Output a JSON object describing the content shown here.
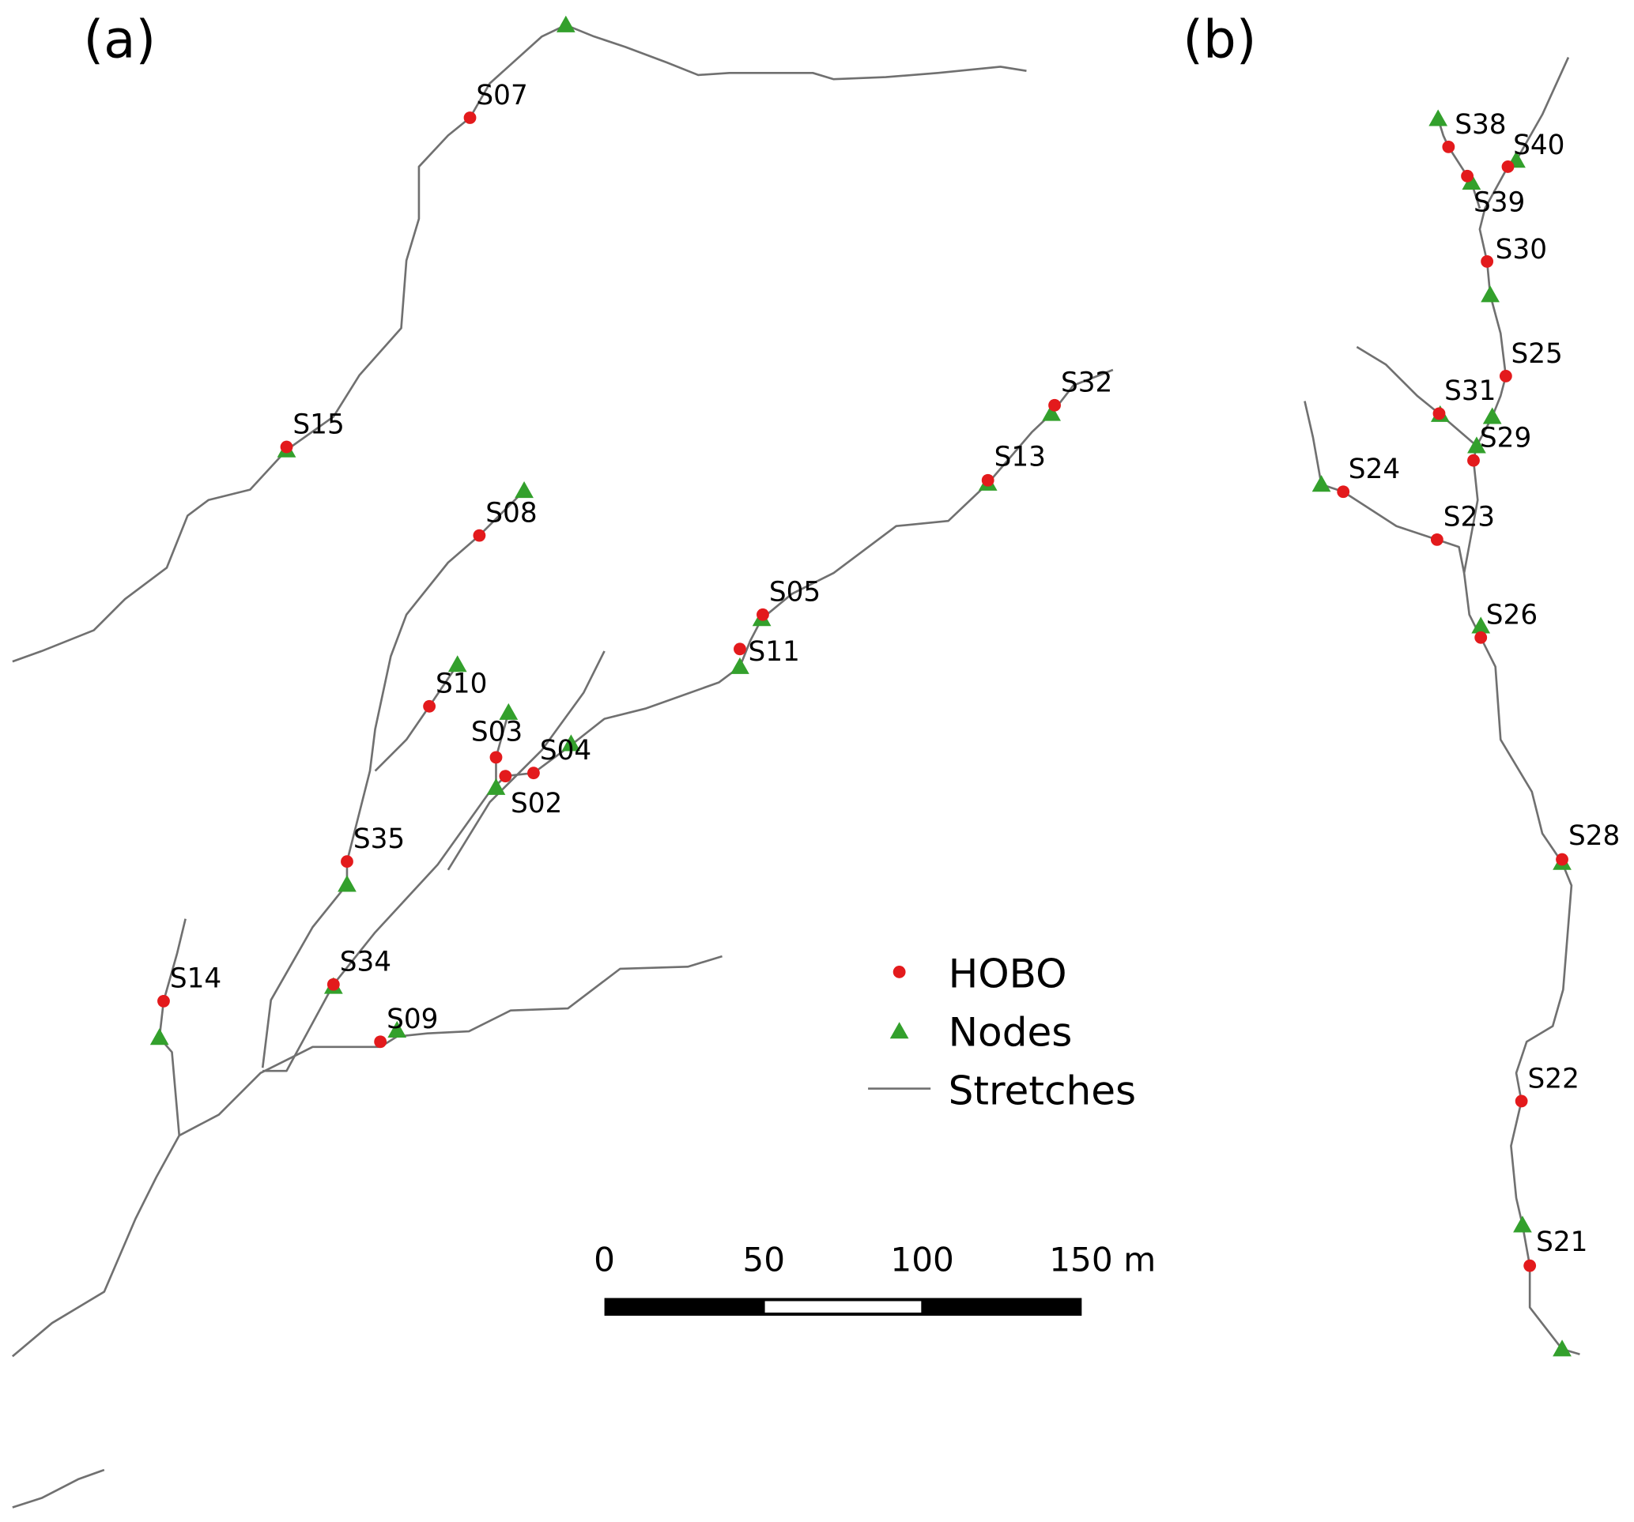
{
  "panels": {
    "a": "(a)",
    "b": "(b)"
  },
  "colors": {
    "hobo": "#e31a1c",
    "node": "#33a02c",
    "stretch": "#707070"
  },
  "legend": {
    "hobo": "HOBO",
    "nodes": "Nodes",
    "stretches": "Stretches"
  },
  "scalebar": {
    "ticks": [
      "0",
      "50",
      "100",
      "150 m"
    ]
  },
  "stations_a": [
    "S07",
    "S15",
    "S08",
    "S10",
    "S03",
    "S02",
    "S04",
    "S05",
    "S11",
    "S13",
    "S32",
    "S35",
    "S34",
    "S14",
    "S09"
  ],
  "stations_b": [
    "S38",
    "S39",
    "S40",
    "S30",
    "S25",
    "S31",
    "S29",
    "S24",
    "S23",
    "S26",
    "S28",
    "S22",
    "S21"
  ]
}
